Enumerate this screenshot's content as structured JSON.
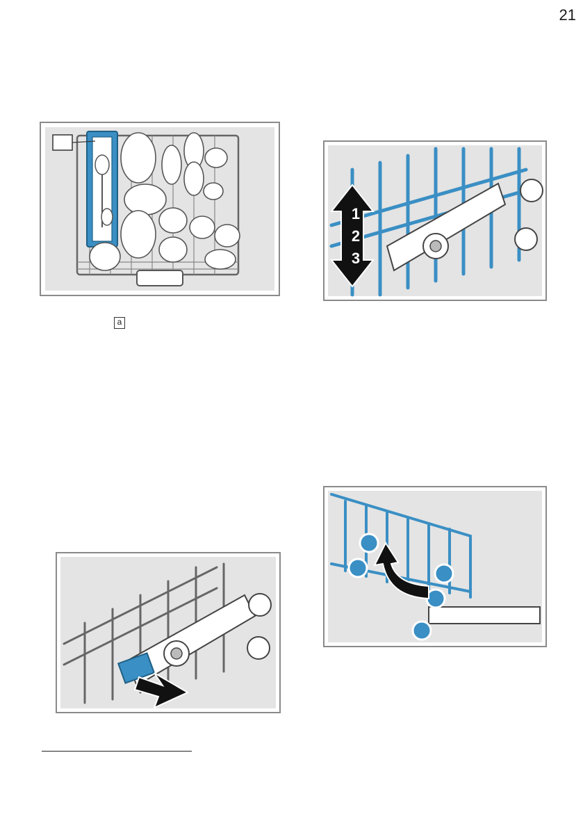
{
  "page": {
    "number": "21"
  },
  "figures": {
    "top_left": {
      "callout_label": "a",
      "caption_label": "a"
    },
    "top_right": {
      "positions": [
        "1",
        "2",
        "3"
      ]
    }
  },
  "colors": {
    "accent": "#3a8fc4",
    "panel": "#e4e4e4",
    "frame": "#8a8a8a"
  }
}
